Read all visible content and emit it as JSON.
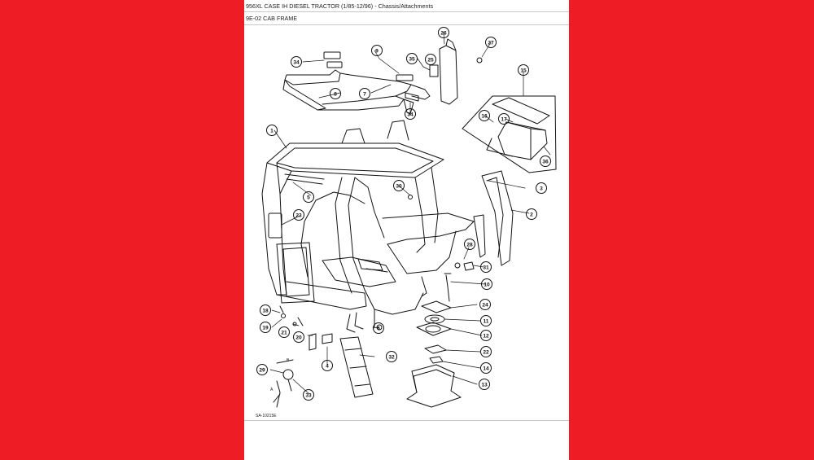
{
  "header": {
    "title": "956XL CASE IH DIESEL TRACTOR (1/85-12/96) - Chassis/Attachments",
    "section": "9E-02 CAB FRAME"
  },
  "diagram": {
    "figure_ref": "SA-10215E",
    "dimension_labels": [
      "A",
      "B"
    ],
    "callouts": [
      "1",
      "2",
      "3",
      "4",
      "5",
      "6",
      "7",
      "8",
      "9",
      "10",
      "11",
      "12",
      "13",
      "14",
      "15",
      "16",
      "17",
      "18",
      "19",
      "20",
      "21",
      "22",
      "23",
      "24",
      "25",
      "26",
      "27",
      "28",
      "29",
      "30",
      "31",
      "32",
      "33",
      "34",
      "34",
      "35",
      "36"
    ]
  },
  "colors": {
    "background": "#ee1c25",
    "sheet": "#ffffff",
    "line": "#111111"
  }
}
